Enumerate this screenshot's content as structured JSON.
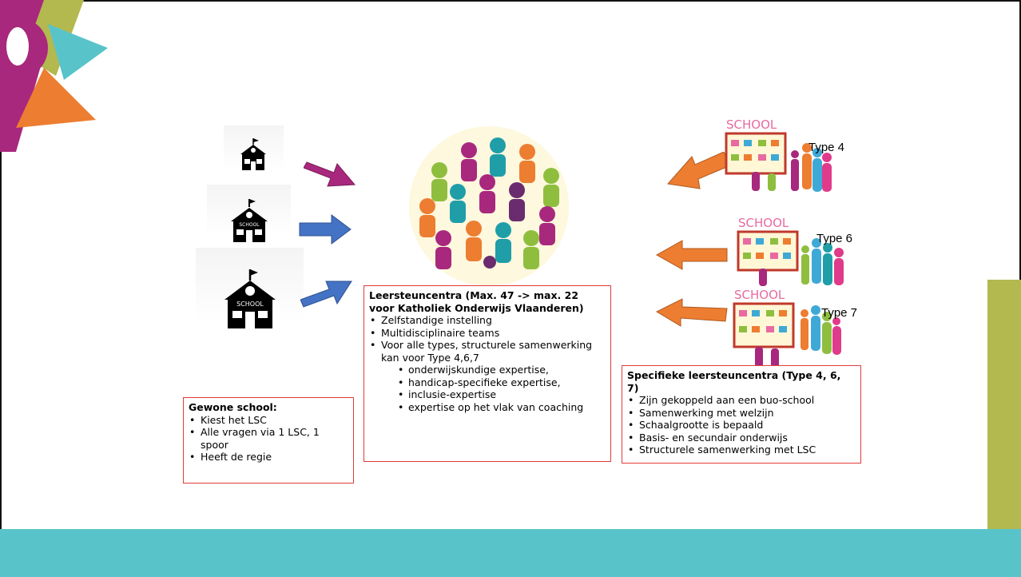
{
  "types": [
    {
      "label": "Type 4"
    },
    {
      "label": "Type 6"
    },
    {
      "label": "Type 7"
    }
  ],
  "school_sign": "SCHOOL",
  "class_sign": "SCHOOL",
  "colors": {
    "teal": "#58c4c9",
    "olive": "#b3b84f",
    "magenta": "#a8287d",
    "blue": "#4472c4",
    "orange": "#ed7d31",
    "border": "#e23b3b"
  },
  "lsc_box": {
    "title": "Leersteuncentra (Max. 47 -> max. 22 voor Katholiek Onderwijs Vlaanderen)",
    "items": [
      "Zelfstandige instelling",
      "Multidisciplinaire teams",
      "Voor alle types, structurele samenwerking kan voor Type 4,6,7"
    ],
    "subitems": [
      "onderwijskundige expertise,",
      "handicap-specifieke expertise,",
      "inclusie-expertise",
      "expertise op het vlak van coaching"
    ]
  },
  "specific_box": {
    "title": "Specifieke leersteuncentra (Type 4, 6, 7)",
    "items": [
      "Zijn gekoppeld aan een buo-school",
      "Samenwerking met welzijn",
      "Schaalgrootte is bepaald",
      "Basis- en secundair onderwijs",
      "Structurele samenwerking met LSC"
    ]
  },
  "school_box": {
    "title": "Gewone school:",
    "items": [
      "Kiest het LSC",
      "Alle vragen via 1 LSC, 1 spoor",
      "Heeft de regie"
    ]
  }
}
